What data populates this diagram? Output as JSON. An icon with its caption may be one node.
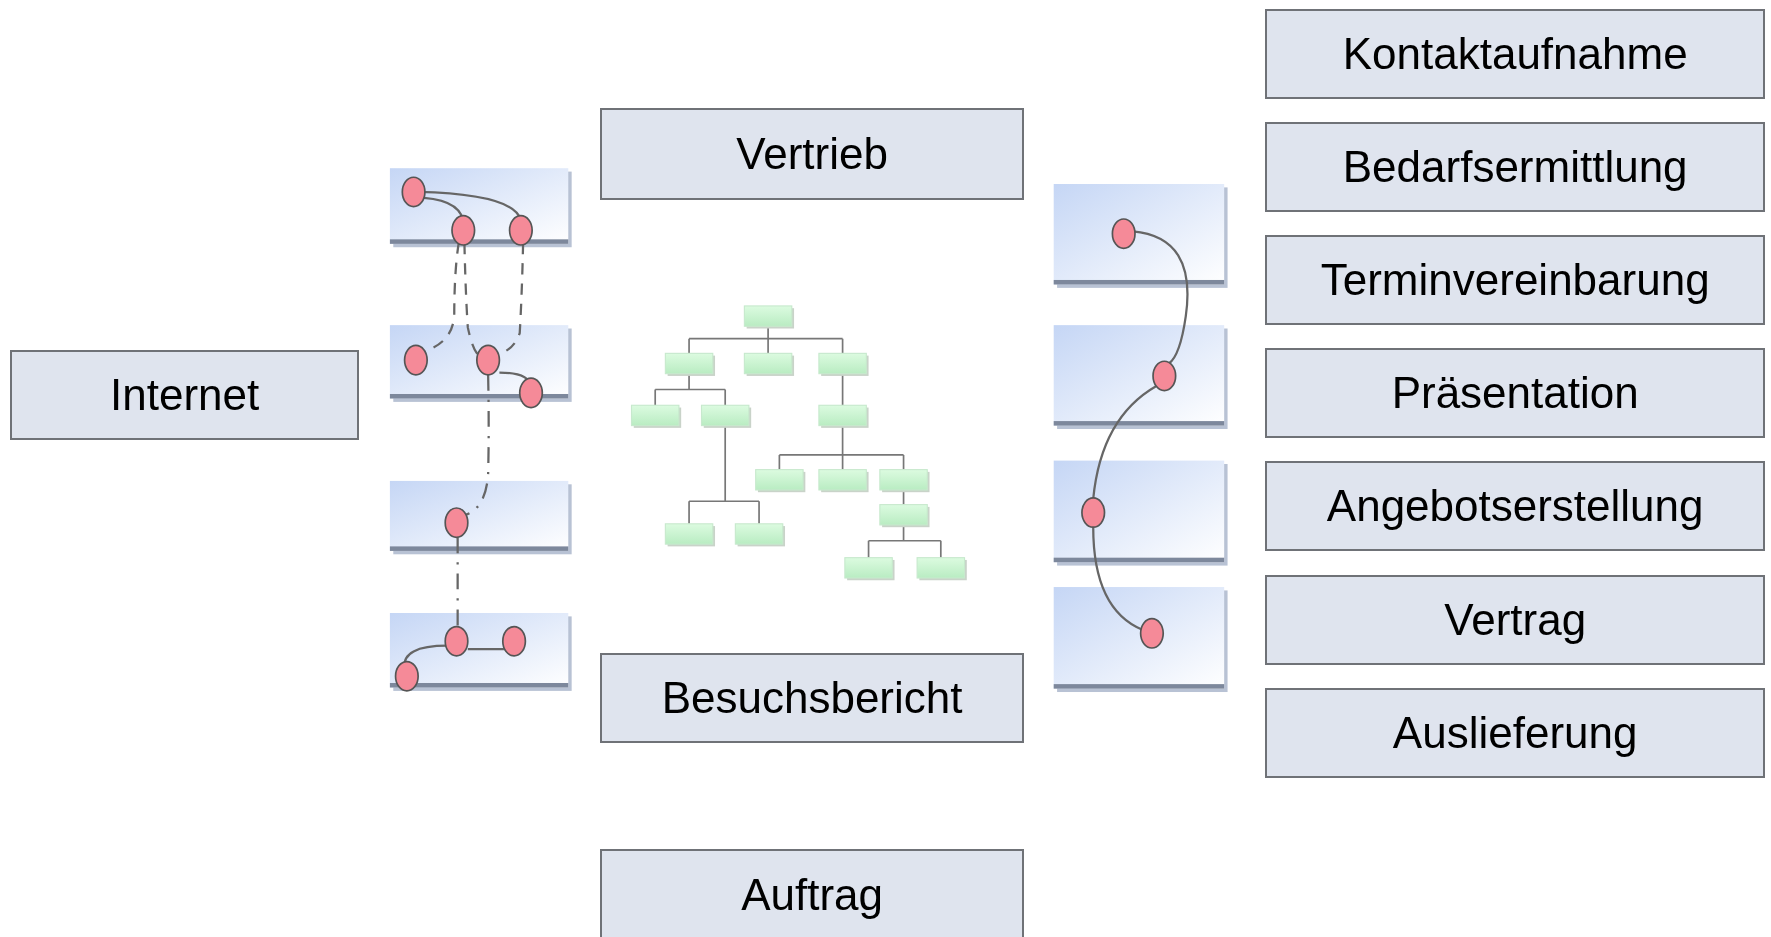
{
  "diagram": {
    "nodes": [
      {
        "text": [
          "Internet"
        ]
      },
      {
        "text": [
          "Vertrieb"
        ]
      },
      {
        "text": [
          "Besuchsbericht"
        ]
      },
      {
        "text": [
          "Auftrag"
        ]
      },
      {
        "text": [
          "Kontaktaufnahme"
        ]
      },
      {
        "text": [
          "Bedarfsermittlung"
        ]
      },
      {
        "text": [
          "Terminvereinbarung"
        ]
      },
      {
        "text": [
          "Präsentation"
        ]
      },
      {
        "text": [
          "Angebotserstellung"
        ]
      },
      {
        "text": [
          "Vertrag"
        ]
      },
      {
        "text": [
          "Auslieferung"
        ]
      }
    ]
  }
}
